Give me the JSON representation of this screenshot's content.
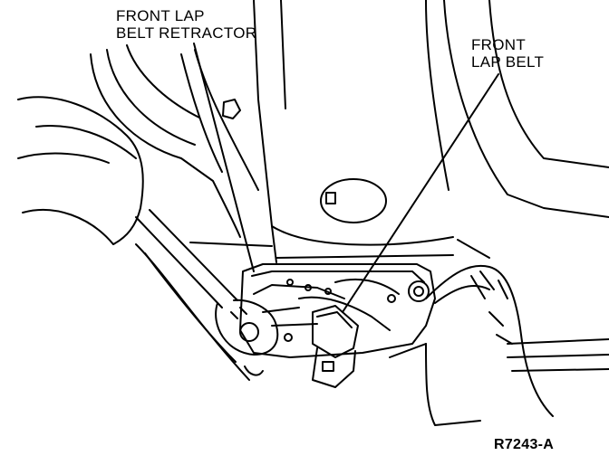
{
  "labels": {
    "retractor": [
      "FRONT LAP",
      "BELT RETRACTOR"
    ],
    "belt": [
      "FRONT",
      "LAP BELT"
    ]
  },
  "figure_code": "R7243-A",
  "colors": {
    "ink": "#000000",
    "paper": "#ffffff"
  }
}
